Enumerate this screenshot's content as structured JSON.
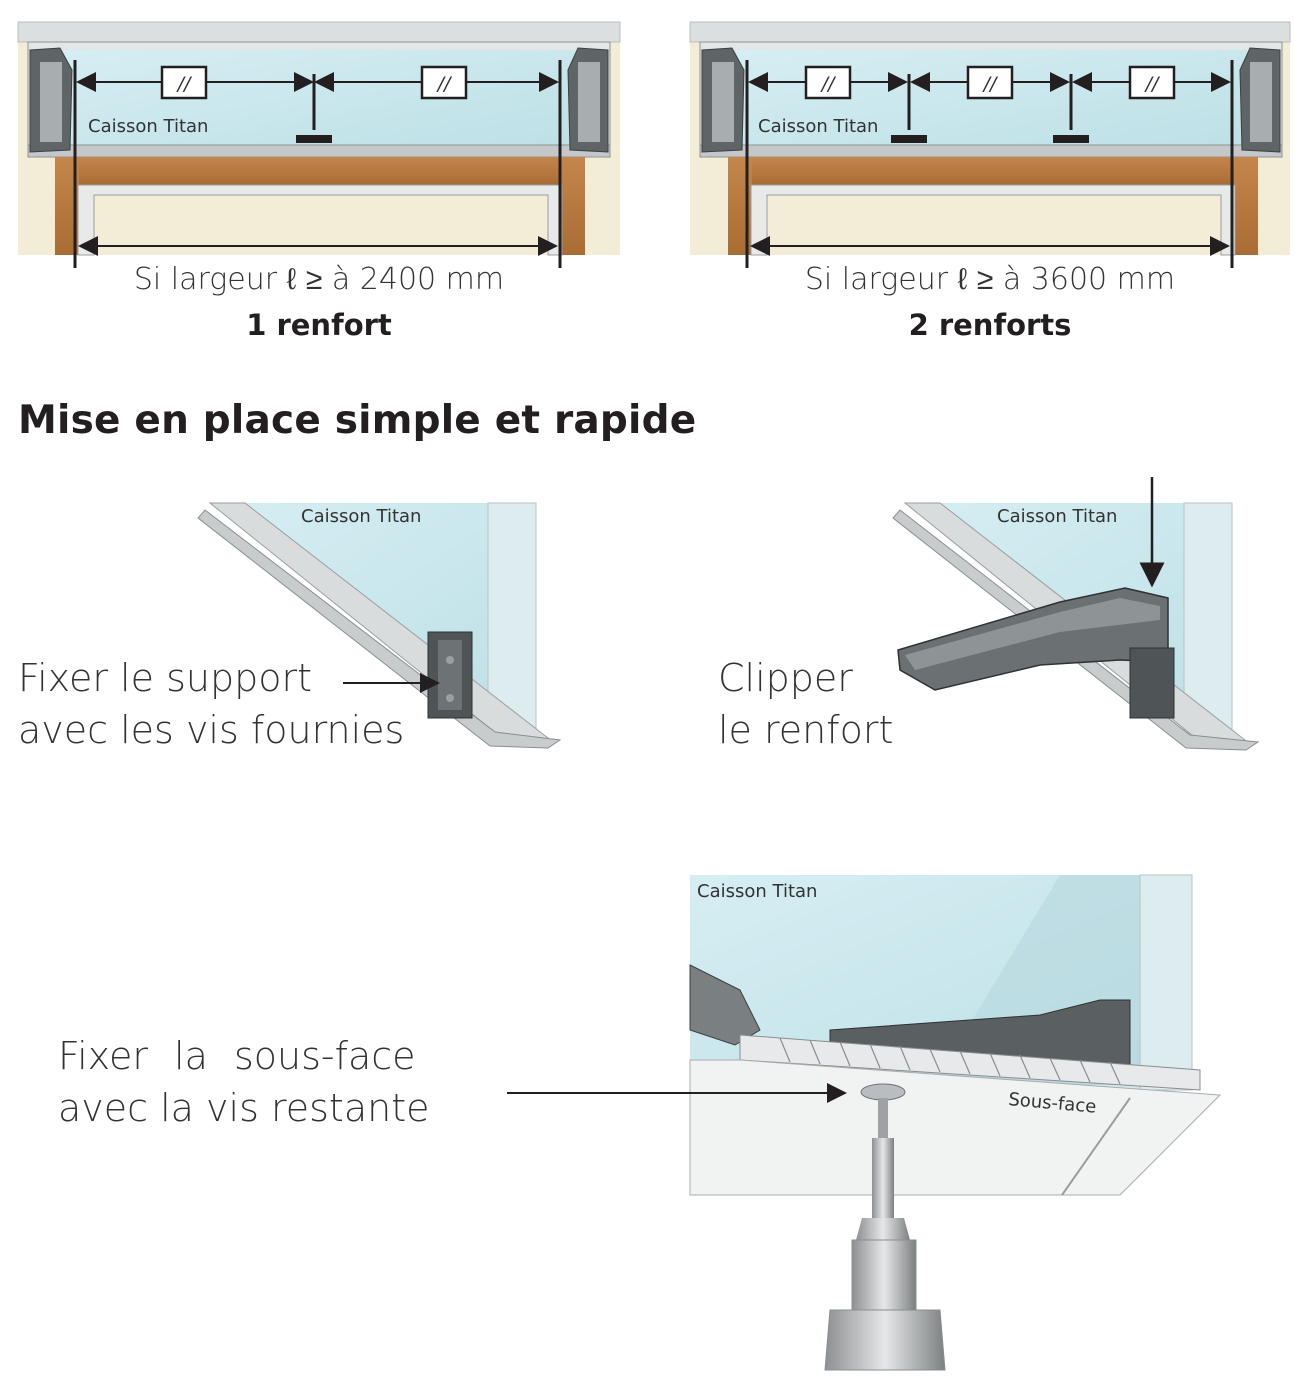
{
  "diagrams": {
    "one_reinforcement": {
      "label": "Caisson Titan",
      "condition": "Si largeur ℓ ≥ à 2400 mm",
      "result": "1 renfort",
      "break_mark": "//"
    },
    "two_reinforcements": {
      "label": "Caisson Titan",
      "condition": "Si largeur ℓ ≥ à 3600 mm",
      "result": "2 renforts",
      "break_mark": "//"
    }
  },
  "section_title": "Mise en place simple et rapide",
  "steps": {
    "fix_support": {
      "box_label": "Caisson Titan",
      "line1": "Fixer le support",
      "line2": "avec les vis fournies"
    },
    "clip_reinforcement": {
      "box_label": "Caisson Titan",
      "line1": "Clipper",
      "line2": "le renfort"
    },
    "fix_underside": {
      "box_label": "Caisson Titan",
      "underside_label": "Sous-face",
      "line1": "Fixer la sous-face",
      "line2": "avec la vis restante"
    }
  },
  "colors": {
    "glass": "#cfe9ee",
    "frame_wood": "#b87a3e",
    "wall": "#f3ecd6",
    "caisson_grey": "#d9dcdc",
    "dark": "#231f20"
  }
}
